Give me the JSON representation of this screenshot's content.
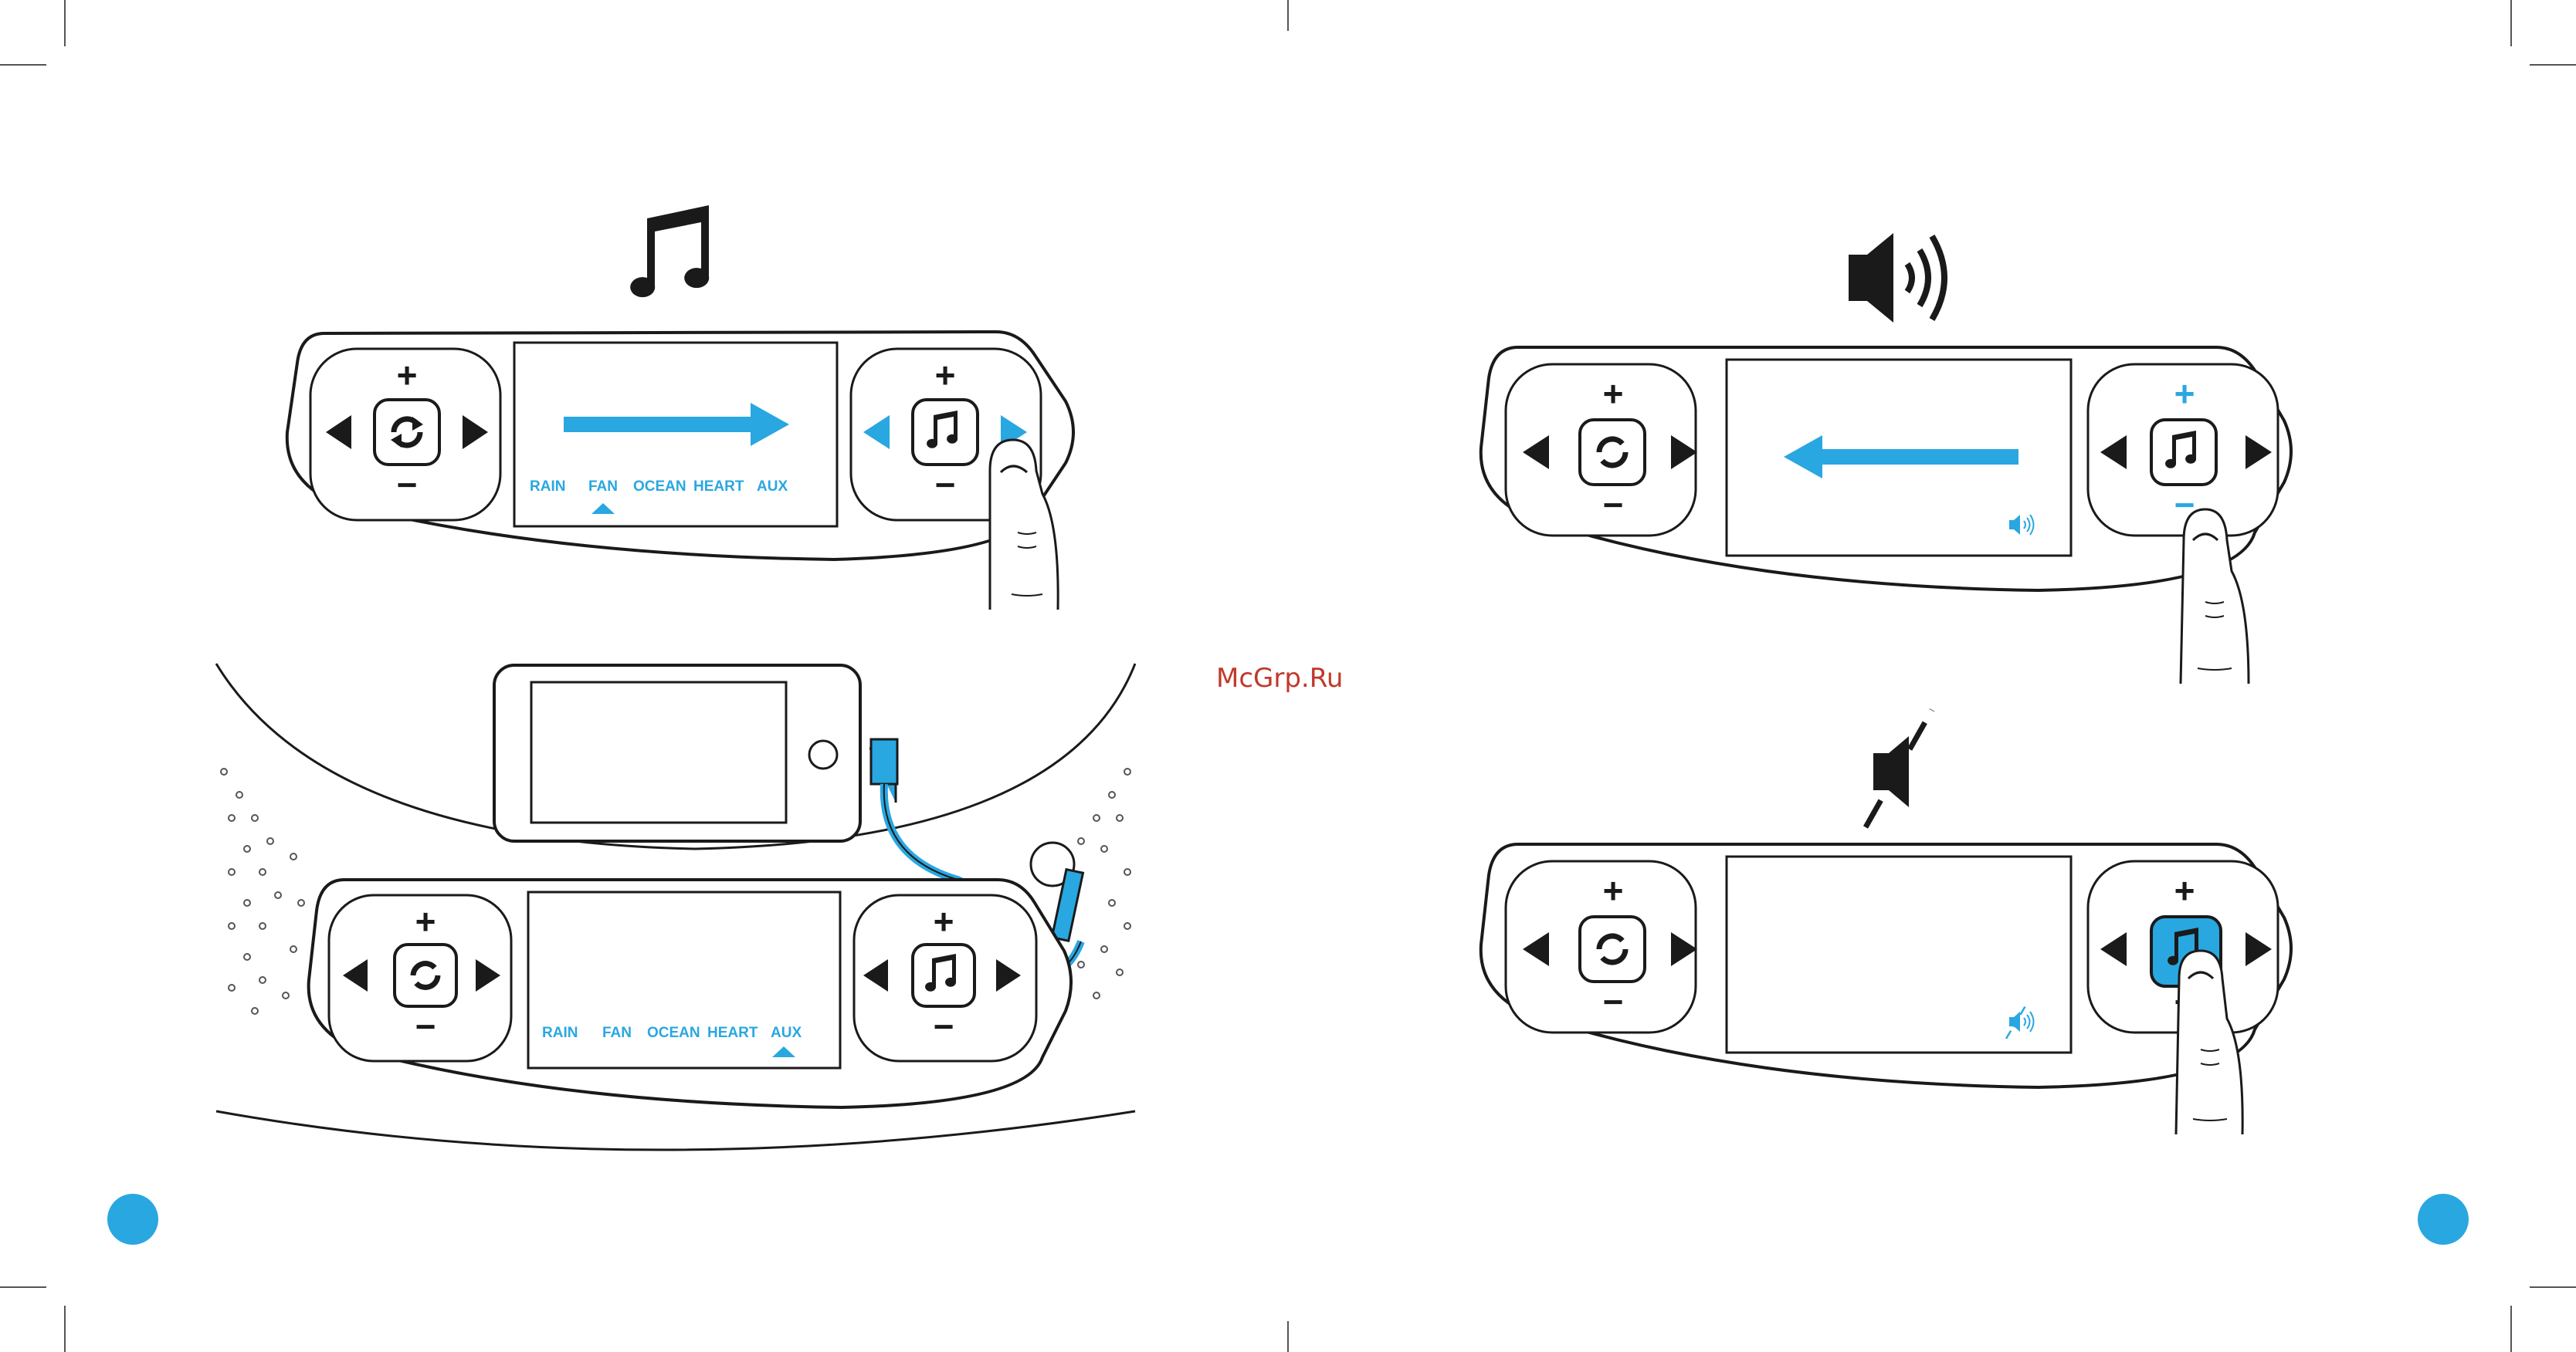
{
  "watermark": "McGrp.Ru",
  "colors": {
    "accent": "#29a7e1",
    "ink": "#1a1a1a",
    "watermark": "#c0392b"
  },
  "panel_a": {
    "heading_icon": "music-note-icon",
    "modes": [
      "RAIN",
      "FAN",
      "OCEAN",
      "HEART",
      "AUX"
    ],
    "selected_mode": "FAN",
    "arrow": "right",
    "plus": "+",
    "minus": "−"
  },
  "panel_b": {
    "modes": [
      "RAIN",
      "FAN",
      "OCEAN",
      "HEART",
      "AUX"
    ],
    "selected_mode": "AUX",
    "plus": "+",
    "minus": "−"
  },
  "panel_c": {
    "heading_icon": "speaker-volume-icon",
    "arrow": "left",
    "status_icon": "volume-icon",
    "plus": "+",
    "minus": "−"
  },
  "panel_d": {
    "heading_icon": "speaker-muted-icon",
    "status_icon": "mute-icon",
    "plus": "+",
    "minus": "−"
  },
  "page_markers": [
    "left-page-dot",
    "right-page-dot"
  ]
}
